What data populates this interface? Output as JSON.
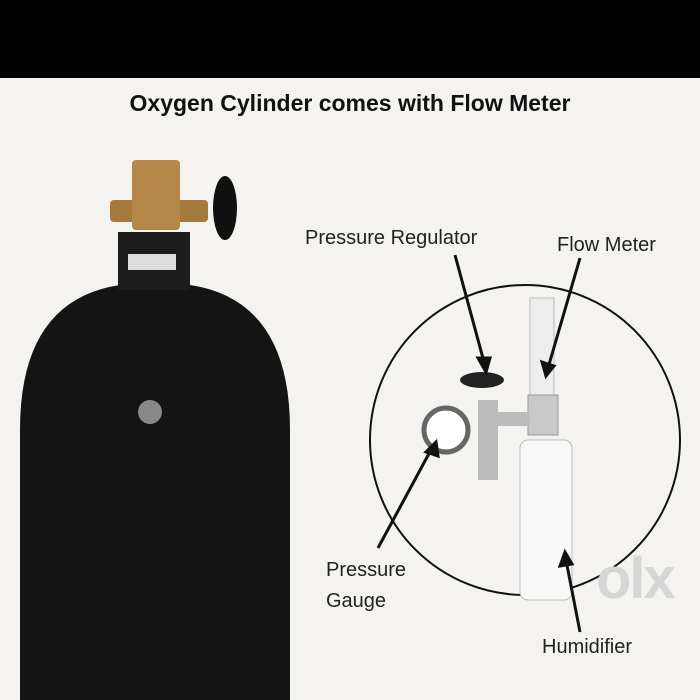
{
  "title": "Oxygen Cylinder comes with Flow Meter",
  "labels": {
    "pressure_regulator": "Pressure Regulator",
    "flow_meter": "Flow Meter",
    "pressure_gauge_line1": "Pressure",
    "pressure_gauge_line2": "Gauge",
    "humidifier": "Humidifier"
  },
  "watermark": "olx"
}
